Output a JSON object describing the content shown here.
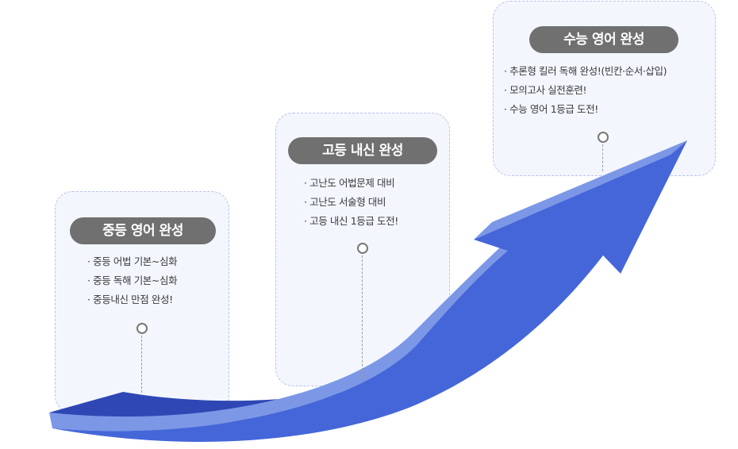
{
  "stages": [
    {
      "title": "중등 영어 완성",
      "items": [
        "· 중등 어법 기본~심화",
        "· 중등 독해 기본~심화",
        "· 중등내신 만점 완성!"
      ]
    },
    {
      "title": "고등 내신 완성",
      "items": [
        "· 고난도 어법문제 대비",
        "· 고난도 서술형 대비",
        "· 고등 내신 1등급 도전!"
      ]
    },
    {
      "title": "수능 영어 완성",
      "items": [
        "· 추론형 킬러 독해 완성!(빈칸·순서·삽입)",
        "· 모의고사 실전훈련!",
        "· 수능 영어 1등급 도전!"
      ]
    }
  ],
  "colors": {
    "arrow_face": "#4466d8",
    "arrow_light": "#7b97e6",
    "arrow_dark": "#2e47b4",
    "pill": "#707070",
    "card_border": "#b9c3ec",
    "card_fill": "#f1f4fd"
  }
}
